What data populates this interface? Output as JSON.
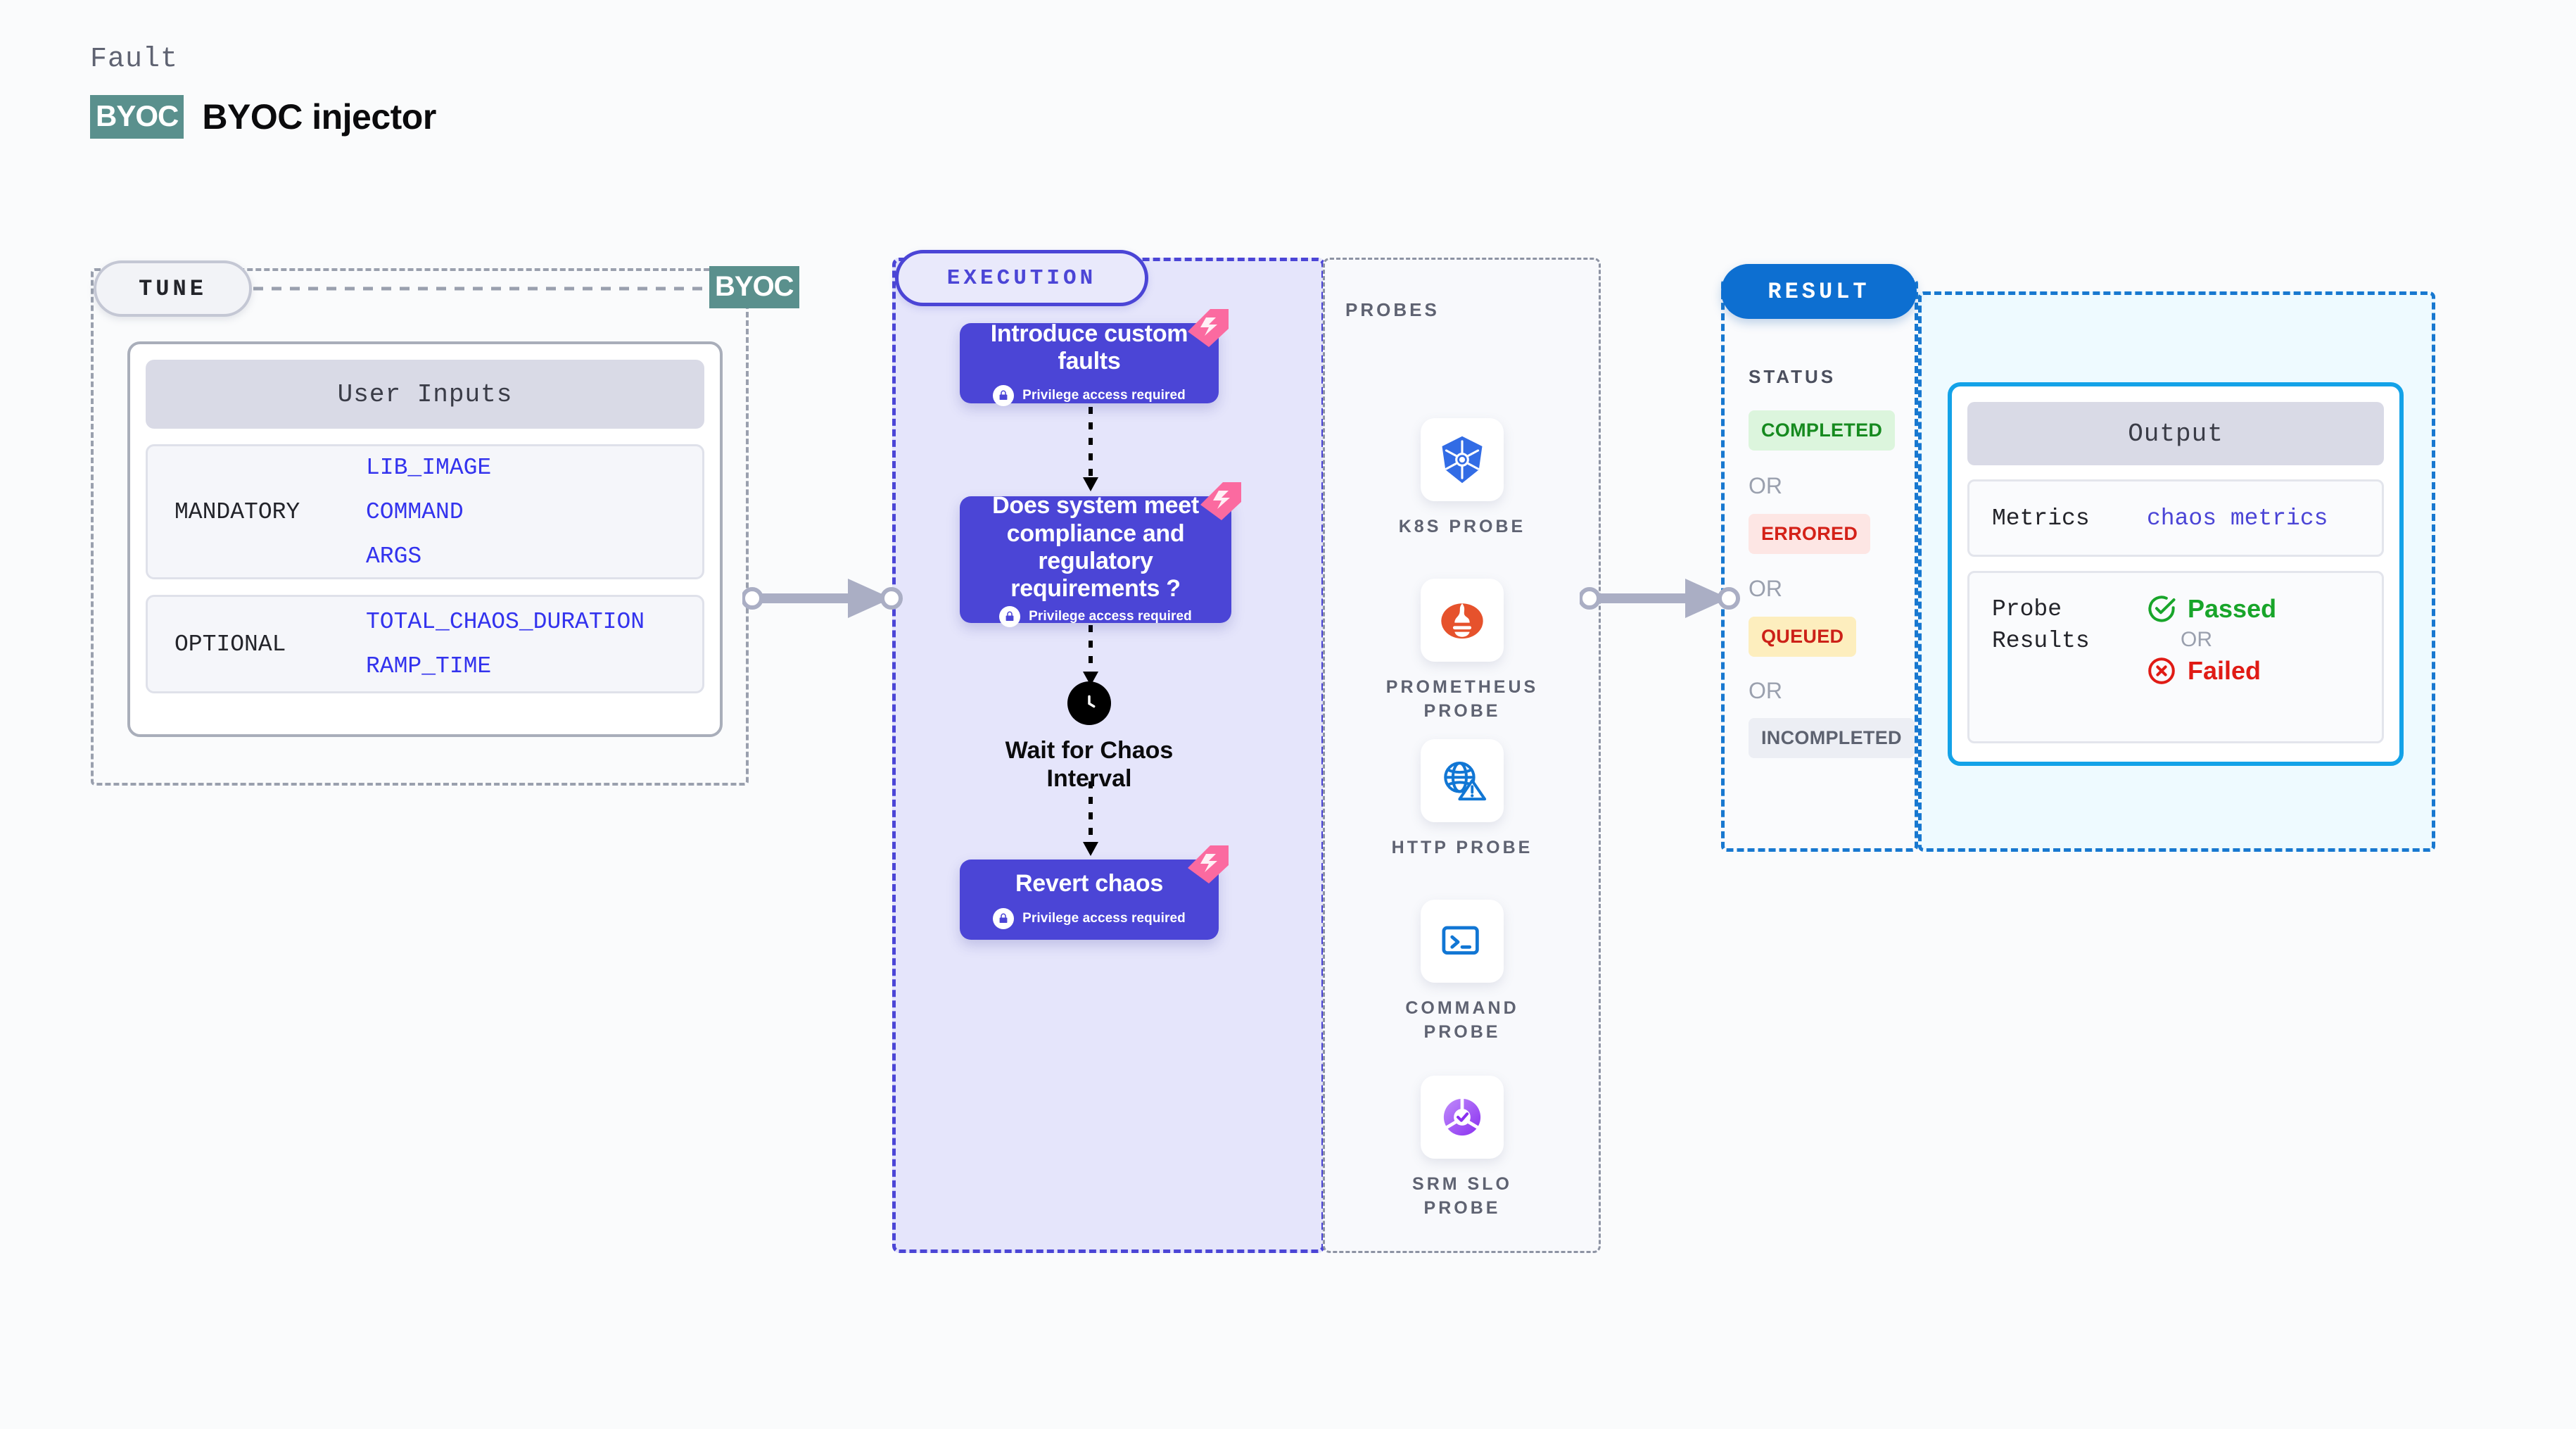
{
  "header": {
    "eyebrow": "Fault",
    "logo_text": "BYOC",
    "title": "BYOC injector",
    "logo_color": "#5a908d"
  },
  "tune": {
    "pill_label": "TUNE",
    "tag_label": "BYOC",
    "card_title": "User Inputs",
    "groups": [
      {
        "label": "MANDATORY",
        "values": [
          "LIB_IMAGE",
          "COMMAND",
          "ARGS"
        ]
      },
      {
        "label": "OPTIONAL",
        "values": [
          "TOTAL_CHAOS_DURATION",
          "RAMP_TIME"
        ]
      }
    ],
    "value_color": "#3333ee",
    "border_color": "#9aa0ae"
  },
  "execution": {
    "pill_label": "EXECUTION",
    "accent_color": "#4b45d6",
    "panel_bg": "#e5e5fb",
    "privilege_note": "Privilege access required",
    "nodes": [
      {
        "title": "Introduce custom faults",
        "has_privilege_note": true,
        "has_corner_flag": true
      },
      {
        "title": "Does system meet compliance and regulatory requirements ?",
        "has_privilege_note": true,
        "has_corner_flag": true
      },
      {
        "title": "Revert chaos",
        "has_privilege_note": true,
        "has_corner_flag": true
      }
    ],
    "wait_node": {
      "label": "Wait for Chaos Interval",
      "icon": "clock-icon"
    }
  },
  "probes": {
    "section_label": "PROBES",
    "items": [
      {
        "name": "K8S PROBE",
        "icon": "kubernetes-icon"
      },
      {
        "name": "PROMETHEUS PROBE",
        "icon": "prometheus-icon"
      },
      {
        "name": "HTTP PROBE",
        "icon": "http-globe-warning-icon"
      },
      {
        "name": "COMMAND PROBE",
        "icon": "terminal-icon"
      },
      {
        "name": "SRM SLO PROBE",
        "icon": "srm-slo-icon"
      }
    ]
  },
  "result": {
    "pill_label": "RESULT",
    "pill_color": "#0d6fd1",
    "status_label": "STATUS",
    "or_label": "OR",
    "statuses": [
      {
        "label": "COMPLETED",
        "bg": "#dcf5dd",
        "fg": "#168a1f"
      },
      {
        "label": "ERRORED",
        "bg": "#fde6e4",
        "fg": "#d42118"
      },
      {
        "label": "QUEUED",
        "bg": "#fdeebe",
        "fg": "#cc2118"
      },
      {
        "label": "INCOMPLETED",
        "bg": "#eceef4",
        "fg": "#5d6270"
      }
    ],
    "output": {
      "card_title": "Output",
      "metrics_key": "Metrics",
      "metrics_value": "chaos metrics",
      "probe_results_key": "Probe Results",
      "passed_label": "Passed",
      "or_label": "OR",
      "failed_label": "Failed",
      "passed_color": "#18a52a",
      "failed_color": "#e01b15"
    }
  }
}
